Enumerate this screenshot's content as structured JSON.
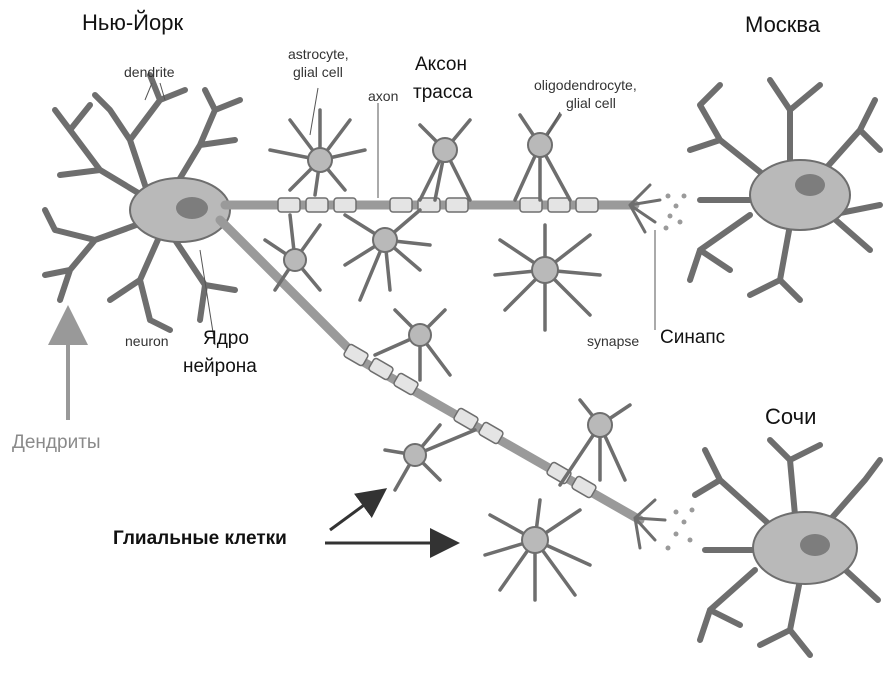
{
  "cities": {
    "new_york": "Нью-Йорк",
    "moscow": "Москва",
    "sochi": "Сочи"
  },
  "labels_en": {
    "dendrite": "dendrite",
    "astrocyte_line1": "astrocyte,",
    "astrocyte_line2": "glial cell",
    "axon": "axon",
    "oligo_line1": "oligodendrocyte,",
    "oligo_line2": "glial cell",
    "neuron": "neuron",
    "synapse": "synapse"
  },
  "labels_ru": {
    "axon_route_line1": "Аксон",
    "axon_route_line2": "трасса",
    "nucleus_line1": "Ядро",
    "nucleus_line2": "нейрона",
    "synapse": "Синапс",
    "dendrites": "Дендриты",
    "glial_cells": "Глиальные клетки"
  },
  "colors": {
    "cell_fill": "#b9b9b9",
    "cell_stroke": "#6e6e6e",
    "nucleus": "#7d7d7d",
    "dendrites_arrow": "#999999",
    "glial_arrow": "#333333"
  }
}
